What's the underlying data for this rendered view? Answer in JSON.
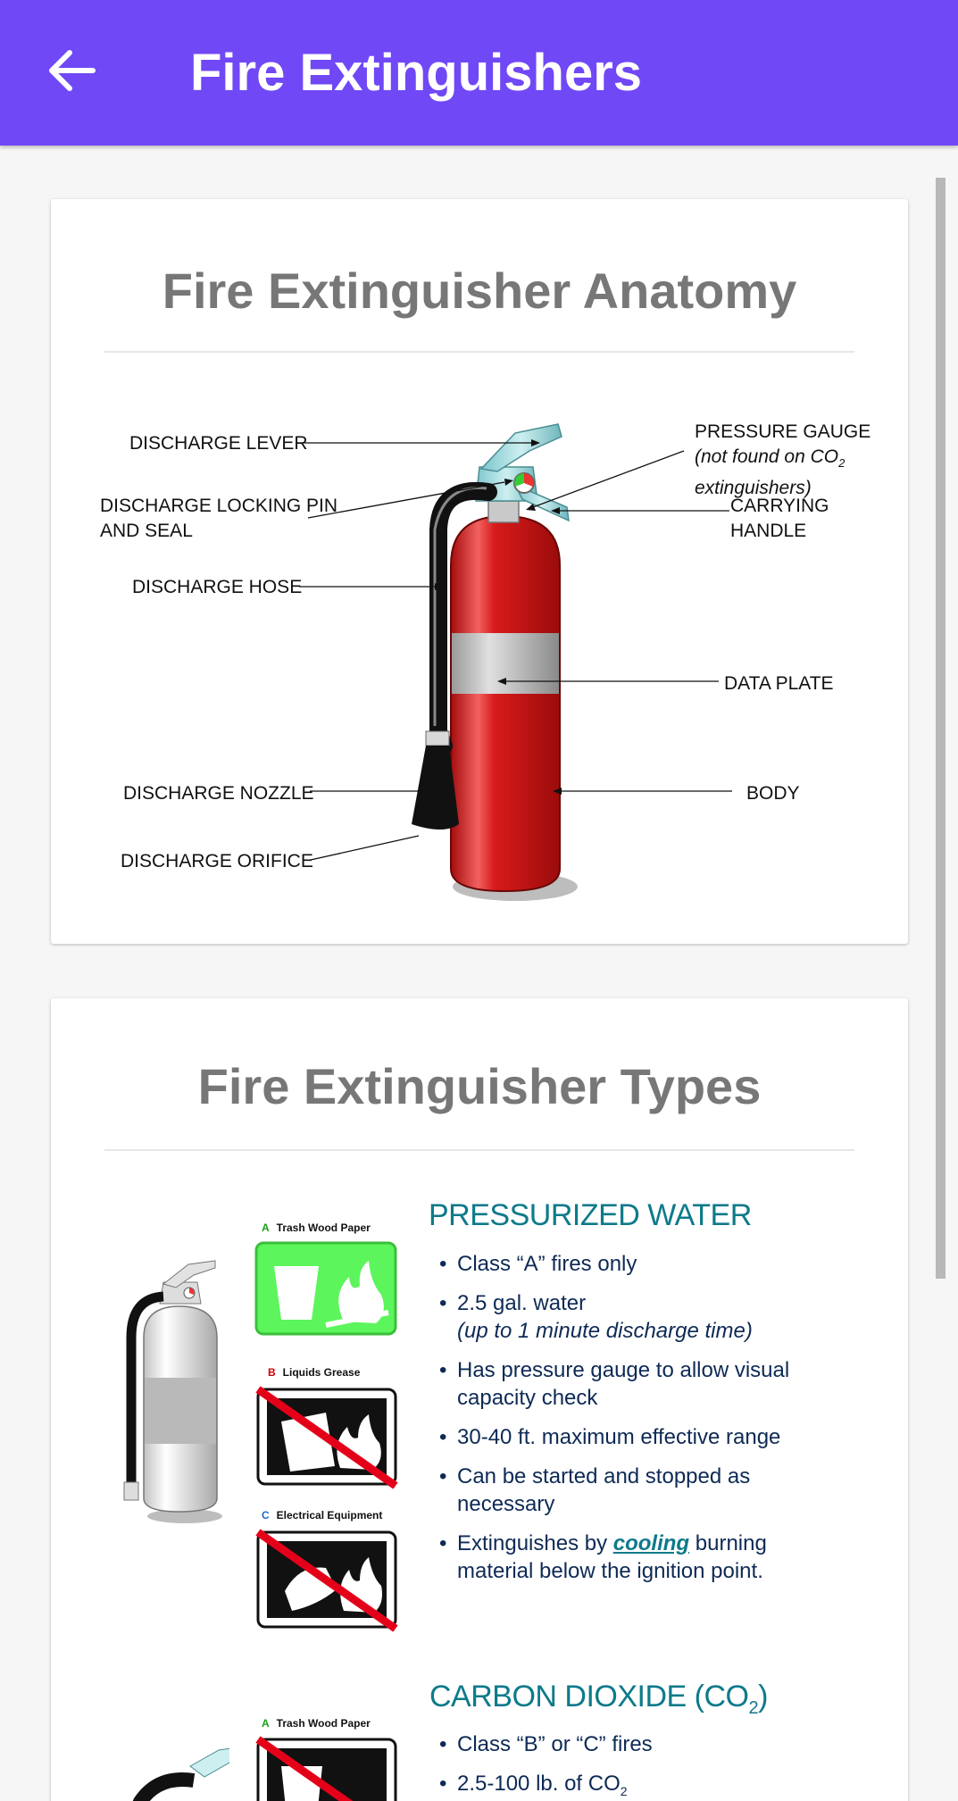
{
  "appbar": {
    "title": "Fire Extinguishers",
    "back_icon": "arrow-left-icon",
    "background": "#7048f6"
  },
  "anatomy": {
    "title": "Fire Extinguisher Anatomy",
    "labels": {
      "discharge_lever": "DISCHARGE LEVER",
      "discharge_locking_pin_1": "DISCHARGE LOCKING PIN",
      "discharge_locking_pin_2": "AND SEAL",
      "discharge_hose": "DISCHARGE HOSE",
      "discharge_nozzle": "DISCHARGE NOZZLE",
      "discharge_orifice": "DISCHARGE ORIFICE",
      "pressure_gauge": "PRESSURE GAUGE",
      "pressure_gauge_note_1": "(not found on CO",
      "pressure_gauge_note_sub": "2",
      "pressure_gauge_note_2": "extinguishers)",
      "carrying_handle_1": "CARRYING",
      "carrying_handle_2": "HANDLE",
      "data_plate": "DATA PLATE",
      "body": "BODY"
    }
  },
  "types": {
    "title": "Fire Extinguisher Types",
    "pressurized_water": {
      "heading": "PRESSURIZED WATER",
      "class_a_caption": {
        "letter": "A",
        "text": "Trash  Wood  Paper"
      },
      "class_b_caption": {
        "letter": "B",
        "text": "Liquids  Grease"
      },
      "class_c_caption": {
        "letter": "C",
        "text": "Electrical Equipment"
      },
      "bullets": {
        "b1": "Class “A” fires only",
        "b2": "2.5 gal. water",
        "b2_sub": "(up to 1 minute discharge time)",
        "b3": "Has pressure gauge to allow visual capacity check",
        "b4": "30-40 ft. maximum effective range",
        "b5": "Can be started and stopped as necessary",
        "b6_pre": "Extinguishes by ",
        "b6_emph": "cooling",
        "b6_post": " burning material below the ignition point."
      }
    },
    "carbon_dioxide": {
      "heading_pre": "CARBON DIOXIDE (CO",
      "heading_sub": "2",
      "heading_post": ")",
      "class_a_caption": {
        "letter": "A",
        "text": "Trash  Wood  Paper"
      },
      "bullets": {
        "b1": "Class “B” or “C” fires",
        "b2_pre": "2.5-100 lb. of CO",
        "b2_sub": "2"
      }
    }
  },
  "colors": {
    "heading_teal": "#0e7a8a",
    "bullet_navy": "#0e2a55",
    "extinguisher_red": "#d11717",
    "class_a_green": "#5cf55c",
    "nope_red": "#e5001a"
  }
}
